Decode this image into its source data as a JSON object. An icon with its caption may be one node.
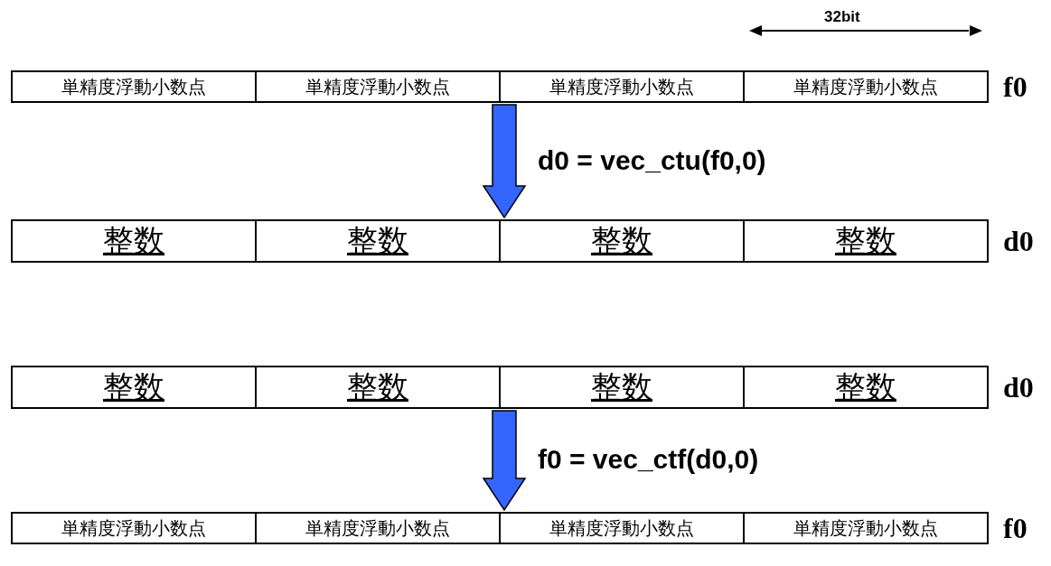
{
  "diagram": {
    "nodes": [
      {
        "text": [],
        "shape": "bar",
        "beside": [
          "f0"
        ]
      },
      {
        "text": [
          "単精度浮動小数点"
        ],
        "in": 0
      },
      {
        "text": [
          "単精度浮動小数点"
        ],
        "in": 0
      },
      {
        "text": [
          "単精度浮動小数点"
        ],
        "in": 0
      },
      {
        "text": [
          "単精度浮動小数点"
        ],
        "in": 0
      },
      {
        "text": [],
        "shape": "bar",
        "beside": [
          "d0"
        ]
      },
      {
        "text": [
          "整数"
        ],
        "in": 5
      },
      {
        "text": [
          "整数"
        ],
        "in": 5
      },
      {
        "text": [
          "整数"
        ],
        "in": 5
      },
      {
        "text": [
          "整数"
        ],
        "in": 5
      },
      {
        "text": [],
        "shape": "bar",
        "beside": [
          "d0"
        ]
      },
      {
        "text": [
          "整数"
        ],
        "in": 10
      },
      {
        "text": [
          "整数"
        ],
        "in": 10
      },
      {
        "text": [
          "整数"
        ],
        "in": 10
      },
      {
        "text": [
          "整数"
        ],
        "in": 10
      },
      {
        "text": [],
        "shape": "bar",
        "beside": [
          "f0"
        ]
      },
      {
        "text": [
          "単精度浮動小数点"
        ],
        "in": 15
      },
      {
        "text": [
          "単精度浮動小数点"
        ],
        "in": 15
      },
      {
        "text": [
          "単精度浮動小数点"
        ],
        "in": 15
      },
      {
        "text": [
          "単精度浮動小数点"
        ],
        "in": 15
      }
    ],
    "edges": [
      {
        "from": 0,
        "to": 5,
        "arrow": "to",
        "label": "d0 = vec_ctu(f0,0)",
        "style": "thick",
        "color": "#3366ff"
      },
      {
        "from": 10,
        "to": 15,
        "arrow": "to",
        "label": "f0 = vec_ctf(d0,0)",
        "style": "thick",
        "color": "#3366ff"
      }
    ],
    "labels": [
      "32bit"
    ]
  }
}
